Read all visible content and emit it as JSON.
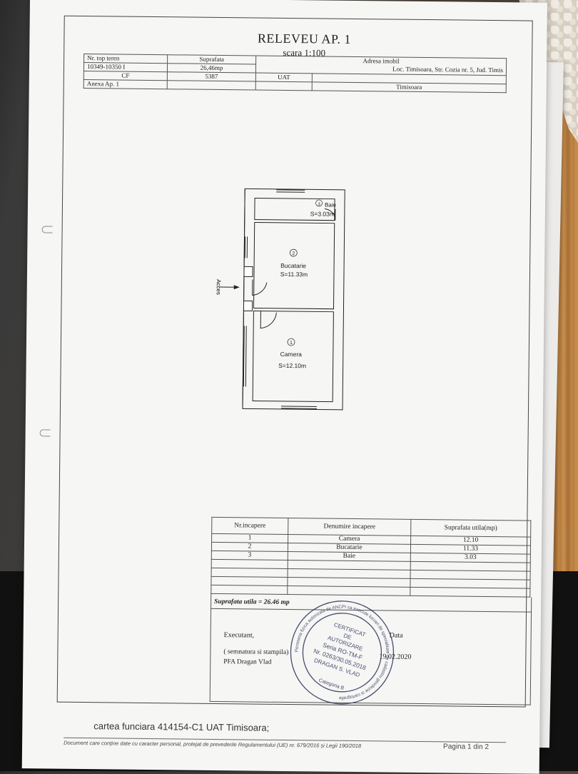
{
  "document": {
    "title": "RELEVEU AP. 1",
    "scale": "scara 1:100"
  },
  "info_table": {
    "label_top": "Nr. top teren",
    "value_top": "10349-10350 I",
    "label_cf": "CF",
    "value_cf": "5387",
    "label_annex": "Anexa Ap. 1",
    "label_area": "Suprafata",
    "value_area": "26,46mp",
    "label_address": "Adresa imobil",
    "value_address": "Loc. Timisoara, Str. Cozia nr. 5, Jud. Timis",
    "label_uat": "UAT",
    "value_uat": "Timisoara"
  },
  "plan": {
    "entry_label": "Acces",
    "rooms": [
      {
        "num": "3",
        "name": "Baie",
        "area": "S=3.03m"
      },
      {
        "num": "2",
        "name": "Bucatarie",
        "area": "S=11.33m"
      },
      {
        "num": "1",
        "name": "Camera",
        "area": "S=12.10m"
      }
    ]
  },
  "rooms_table": {
    "header_nr": "Nr.incapere",
    "header_name": "Denumire incapere",
    "header_area": "Suprafata utila(mp)",
    "rows": [
      {
        "nr": "1",
        "name": "Camera",
        "area": "12.10"
      },
      {
        "nr": "2",
        "name": "Bucatarie",
        "area": "11.33"
      },
      {
        "nr": "3",
        "name": "Baie",
        "area": "3.03"
      }
    ]
  },
  "signature": {
    "total": "Suprafata utila = 26.46 mp",
    "executant": "Executant,",
    "sign_note": "( semnatura si stampila)",
    "firm": "PFA Dragan Vlad",
    "date_label": "Data",
    "date_value": "19.02.2020"
  },
  "stamp": {
    "line1": "CERTIFICAT",
    "line2": "DE",
    "line3": "AUTORIZARE",
    "line4": "Seria RO-TM-F",
    "line5": "Nr. 0263/30.05.2018",
    "line6": "DRAGAN S. VLAD",
    "ring_text": "Persoana fizica autorizata de ANCPI sa execute lucrari de specialitate de cadastru geodezie si cartografie",
    "category": "Categoria B"
  },
  "footer": {
    "cf_note": "cartea funciara 414154-C1 UAT Timisoara;",
    "gdpr": "Document care conține date cu caracter personal, protejat de prevederile Regulamentului (UE) nr. 679/2016 și Legii 190/2018",
    "page": "Pagina 1 din 2"
  }
}
